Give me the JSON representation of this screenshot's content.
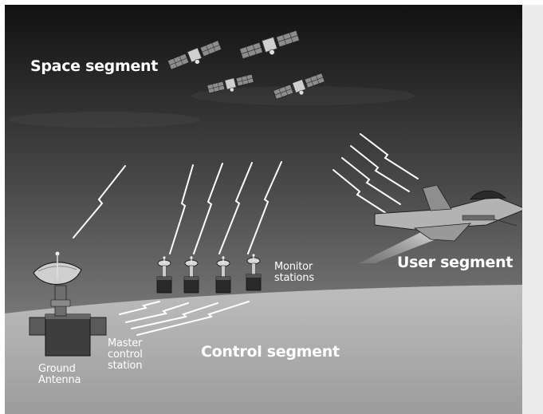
{
  "labels": {
    "space_segment": "Space segment",
    "user_segment": "User segment",
    "control_segment": "Control segment",
    "monitor_stations_line1": "Monitor",
    "monitor_stations_line2": "stations",
    "master_control_line1": "Master",
    "master_control_line2": "control",
    "master_control_line3": "station",
    "ground_antenna_line1": "Ground",
    "ground_antenna_line2": "Antenna"
  },
  "colors": {
    "sky_top": "#111111",
    "sky_bottom": "#8a8a8a",
    "ground": "#a9a9a9",
    "signal": "#ffffff",
    "label": "#ffffff",
    "side_panel": "#ececec"
  },
  "icons": {
    "satellites": "satellite-icon",
    "monitor_station": "monitor-station-icon",
    "ground_antenna": "dish-antenna-icon",
    "aircraft": "fighter-jet-icon"
  }
}
